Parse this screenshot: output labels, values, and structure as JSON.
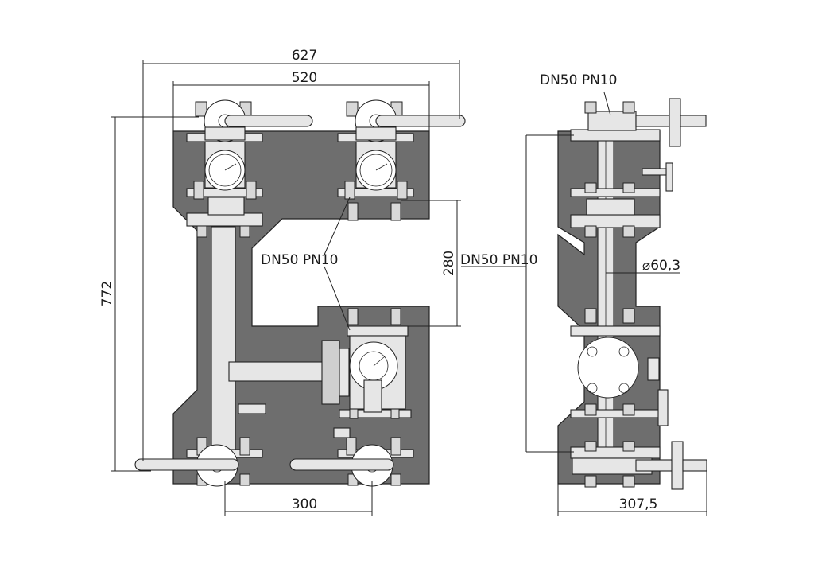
{
  "dimensions": {
    "overall_width": "627",
    "flange_width": "520",
    "overall_height": "772",
    "port_spacing": "280",
    "bottom_spacing": "300",
    "side_depth": "307,5",
    "pipe_diameter": "⌀60,3"
  },
  "labels": {
    "connection_top_side": "DN50 PN10",
    "connection_center": "DN50 PN10",
    "connection_right": "DN50 PN10"
  }
}
